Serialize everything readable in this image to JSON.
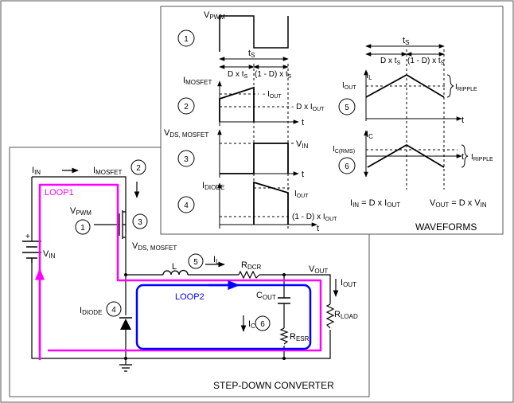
{
  "circuit": {
    "title": "STEP-DOWN CONVERTER",
    "loop1": "LOOP1",
    "loop2": "LOOP2",
    "plus": "+",
    "labels": {
      "vin_m": "V",
      "vin_s": "IN",
      "iin_m": "I",
      "iin_s": "IN",
      "imos_m": "I",
      "imos_s": "MOSFET",
      "vpwm_m": "V",
      "vpwm_s": "PWM",
      "vds_m": "V",
      "vds_s": "DS, MOSFET",
      "idiode_m": "I",
      "idiode_s": "DIODE",
      "l": "L",
      "il_m": "I",
      "il_s": "L",
      "rdcr_m": "R",
      "rdcr_s": "DCR",
      "vout_m": "V",
      "vout_s": "OUT",
      "iout_m": "I",
      "iout_s": "OUT",
      "cout_m": "C",
      "cout_s": "OUT",
      "ic_m": "I",
      "ic_s": "C",
      "resr_m": "R",
      "resr_s": "ESR",
      "rload_m": "R",
      "rload_s": "LOAD"
    },
    "markers": [
      "1",
      "2",
      "3",
      "4",
      "5",
      "6"
    ]
  },
  "waveforms": {
    "title": "WAVEFORMS",
    "markers": [
      "1",
      "2",
      "3",
      "4",
      "5",
      "6"
    ],
    "t": "t",
    "ts_m": "t",
    "ts_s": "S",
    "d_ts_a": "D x t",
    "d_ts_b": "S",
    "omd_ts_a": "(1 - D) x t",
    "omd_ts_b": "S",
    "vpwm_m": "V",
    "vpwm_s": "PWM",
    "imos_m": "I",
    "imos_s": "MOSFET",
    "iout_m": "I",
    "iout_s": "OUT",
    "d_iout_a": "D x I",
    "d_iout_b": "OUT",
    "vds_m": "V",
    "vds_s": "DS, MOSFET",
    "vin_m": "V",
    "vin_s": "IN",
    "idiode_m": "I",
    "idiode_s": "DIODE",
    "omd_iout_a": "(1 - D) x I",
    "omd_iout_b": "OUT",
    "il_m": "I",
    "il_s": "L",
    "iripple_m": "I",
    "iripple_s": "RIPPLE",
    "ic_m": "I",
    "ic_s": "C",
    "icrms_m": "I",
    "icrms_s": "C(RMS)",
    "eq1_a": "I",
    "eq1_b": "IN",
    "eq1_c": " = D x I",
    "eq1_d": "OUT",
    "eq2_a": "V",
    "eq2_b": "OUT",
    "eq2_c": " = D x V",
    "eq2_d": "IN"
  },
  "colors": {
    "loop1": "#ff00ff",
    "loop2": "#0000ff",
    "ink": "#000000",
    "frame": "#555555"
  }
}
